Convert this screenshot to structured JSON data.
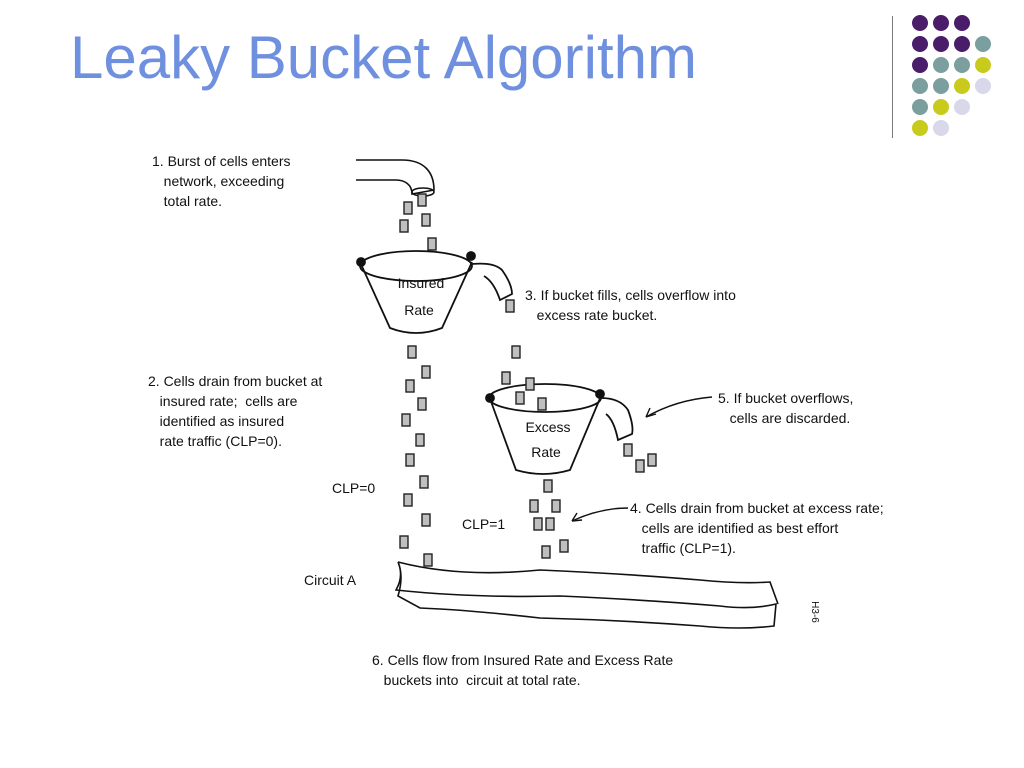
{
  "slide": {
    "title": "Leaky Bucket Algorithm"
  },
  "decor": {
    "dot_colors": {
      "purple": "#4a1d6a",
      "teal": "#7a9f9e",
      "olive": "#c9cb1c",
      "lavender": "#d8d8ea"
    },
    "dot_grid": [
      [
        "purple",
        "purple",
        "purple"
      ],
      [
        "purple",
        "purple",
        "purple",
        "teal"
      ],
      [
        "purple",
        "teal",
        "teal",
        "olive"
      ],
      [
        "teal",
        "teal",
        "olive",
        "lavender"
      ],
      [
        "teal",
        "olive",
        "lavender"
      ],
      [
        "olive",
        "lavender"
      ]
    ]
  },
  "diagram": {
    "step1": "1. Burst of cells enters\n   network, exceeding\n   total rate.",
    "step2": "2. Cells drain from bucket at\n   insured rate;  cells are\n   identified as insured\n   rate traffic (CLP=0).",
    "step3": "3. If bucket fills, cells overflow into\n   excess rate bucket.",
    "step4": "4. Cells drain from bucket at excess rate;\n   cells are identified as best effort\n   traffic (CLP=1).",
    "step5": "5. If bucket overflows,\n   cells are discarded.",
    "step6": "6. Cells flow from Insured Rate and Excess Rate\n   buckets into  circuit at total rate.",
    "insured_bucket": {
      "line1": "Insured",
      "line2": "Rate"
    },
    "excess_bucket": {
      "line1": "Excess",
      "line2": "Rate"
    },
    "clp0": "CLP=0",
    "clp1": "CLP=1",
    "circuit": "Circuit A",
    "figure_id": "H3-6"
  }
}
